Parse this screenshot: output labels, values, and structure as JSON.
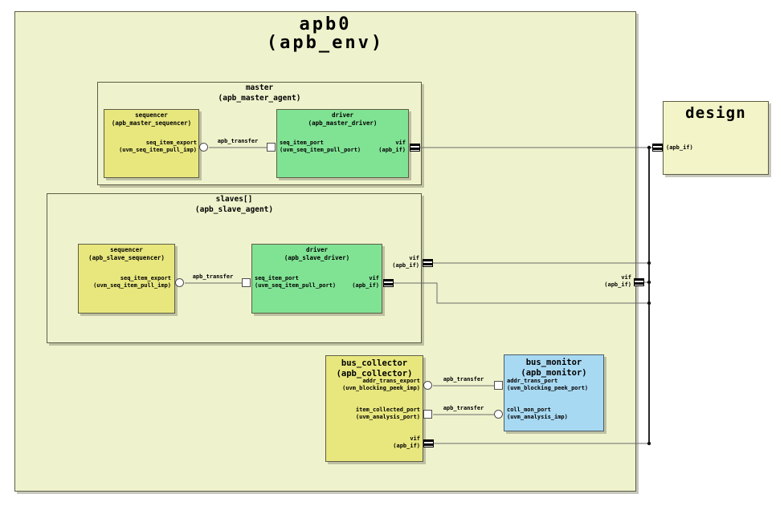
{
  "env": {
    "title": "apb0",
    "subtitle": "(apb_env)",
    "vif": {
      "name": "vif",
      "type": "(apb_if)"
    }
  },
  "design": {
    "title": "design",
    "port_type": "(apb_if)"
  },
  "master_agent": {
    "title": "master",
    "subtitle": "(apb_master_agent)",
    "wire_label": "apb_transfer",
    "sequencer": {
      "title": "sequencer",
      "subtitle": "(apb_master_sequencer)",
      "export_name": "seq_item_export",
      "export_type": "(uvm_seq_item_pull_imp)"
    },
    "driver": {
      "title": "driver",
      "subtitle": "(apb_master_driver)",
      "port_name": "seq_item_port",
      "port_type": "(uvm_seq_item_pull_port)",
      "vif_name": "vif",
      "vif_type": "(apb_if)"
    }
  },
  "slave_agent": {
    "title": "slaves[]",
    "subtitle": "(apb_slave_agent)",
    "wire_label": "apb_transfer",
    "vif": {
      "name": "vif",
      "type": "(apb_if)"
    },
    "sequencer": {
      "title": "sequencer",
      "subtitle": "(apb_slave_sequencer)",
      "export_name": "seq_item_export",
      "export_type": "(uvm_seq_item_pull_imp)"
    },
    "driver": {
      "title": "driver",
      "subtitle": "(apb_slave_driver)",
      "port_name": "seq_item_port",
      "port_type": "(uvm_seq_item_pull_port)",
      "vif_name": "vif",
      "vif_type": "(apb_if)"
    }
  },
  "collector": {
    "title": "bus_collector",
    "subtitle": "(apb_collector)",
    "export_name": "addr_trans_export",
    "export_type": "(uvm_blocking_peek_imp)",
    "analysis_name": "item_collected_port",
    "analysis_type": "(uvm_analysis_port)",
    "vif_name": "vif",
    "vif_type": "(apb_if)",
    "wire_label_top": "apb_transfer",
    "wire_label_bottom": "apb_transfer"
  },
  "monitor": {
    "title": "bus_monitor",
    "subtitle": "(apb_monitor)",
    "peek_name": "addr_trans_port",
    "peek_type": "(uvm_blocking_peek_port)",
    "analysis_name": "coll_mon_port",
    "analysis_type": "(uvm_analysis_imp)"
  },
  "colors": {
    "env_bg": "#eff3cd",
    "agent_bg": "#eff3cd",
    "sequencer_bg": "#e8e77e",
    "collector_bg": "#e8e77e",
    "driver_bg": "#80e394",
    "monitor_bg": "#a8d9f2",
    "design_bg": "#f3f5c8",
    "wire": "#6b6b6b",
    "bus": "#111111"
  }
}
